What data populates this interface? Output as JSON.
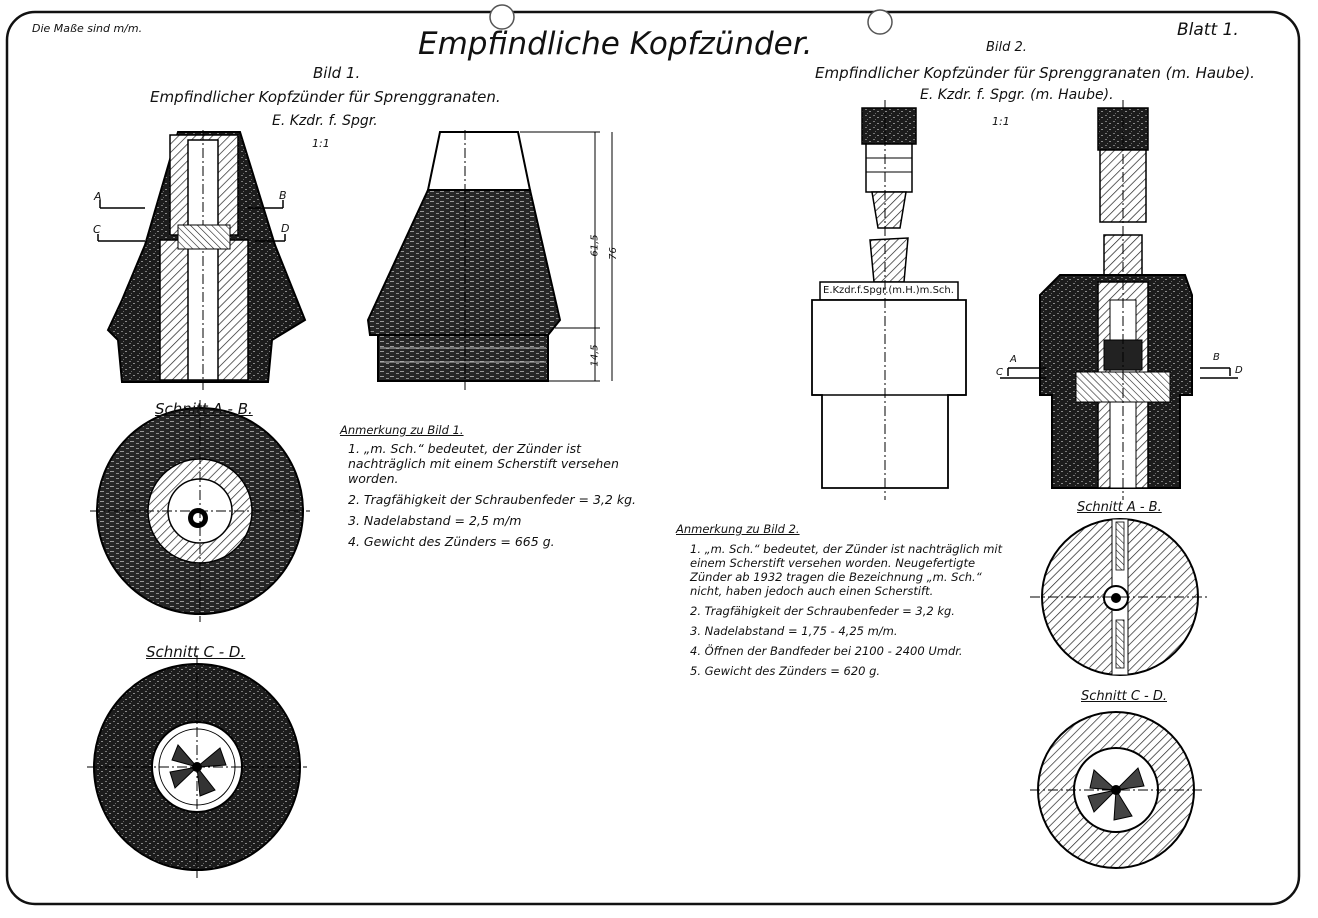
{
  "header": {
    "units_note": "Die Maße sind m/m.",
    "main_title": "Empfindliche Kopfzünder.",
    "sheet_label": "Blatt 1."
  },
  "figure1": {
    "label": "Bild 1.",
    "title": "Empfindlicher Kopfzünder für Sprenggranaten.",
    "abbrev": "E. Kzdr. f. Spgr.",
    "scale": "1:1",
    "section_markers": [
      "A",
      "B",
      "C",
      "D"
    ],
    "dimensions": [
      "61,5",
      "76",
      "14,5"
    ],
    "section_ab_label": "Schnitt A - B.",
    "section_cd_label": "Schnitt C - D.",
    "notes_title": "Anmerkung zu Bild 1.",
    "notes": [
      "1. „m. Sch.“ bedeutet, der Zünder ist nachträglich mit einem Scherstift versehen worden.",
      "2. Tragfähigkeit der Schraubenfeder = 3,2 kg.",
      "3. Nadelabstand = 2,5 m/m",
      "4. Gewicht des Zünders = 665 g."
    ]
  },
  "figure2": {
    "label": "Bild 2.",
    "title": "Empfindlicher Kopfzünder für Sprenggranaten (m. Haube).",
    "abbrev": "E. Kzdr. f. Spgr. (m. Haube).",
    "scale": "1:1",
    "cap_label": "E.Kzdr.f.Spgr.(m.H.)m.Sch.",
    "section_markers": [
      "A",
      "B",
      "C",
      "D"
    ],
    "section_ab_label": "Schnitt A - B.",
    "section_cd_label": "Schnitt C - D.",
    "notes_title": "Anmerkung zu Bild 2.",
    "notes": [
      "1. „m. Sch.“ bedeutet, der Zünder ist nachträglich mit einem Scherstift versehen worden. Neugefertigte Zünder ab 1932 tragen die Bezeichnung „m. Sch.“ nicht, haben jedoch auch einen Scherstift.",
      "2. Tragfähigkeit der Schraubenfeder = 3,2 kg.",
      "3. Nadelabstand = 1,75 - 4,25 m/m.",
      "4. Öffnen der Bandfeder bei 2100 - 2400 Umdr.",
      "5. Gewicht des Zünders = 620 g."
    ]
  }
}
